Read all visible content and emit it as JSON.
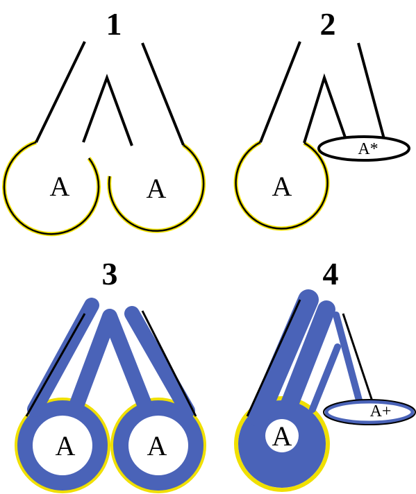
{
  "panels": [
    {
      "number": "1",
      "labels": [
        "A",
        "A"
      ]
    },
    {
      "number": "2",
      "labels": [
        "A",
        "A*"
      ]
    },
    {
      "number": "3",
      "labels": [
        "A",
        "A"
      ]
    },
    {
      "number": "4",
      "labels": [
        "A",
        "A+"
      ]
    }
  ],
  "colors": {
    "outline": "#000000",
    "membrane": "#f0e000",
    "coating": "#4a63b8",
    "background": "#ffffff"
  }
}
